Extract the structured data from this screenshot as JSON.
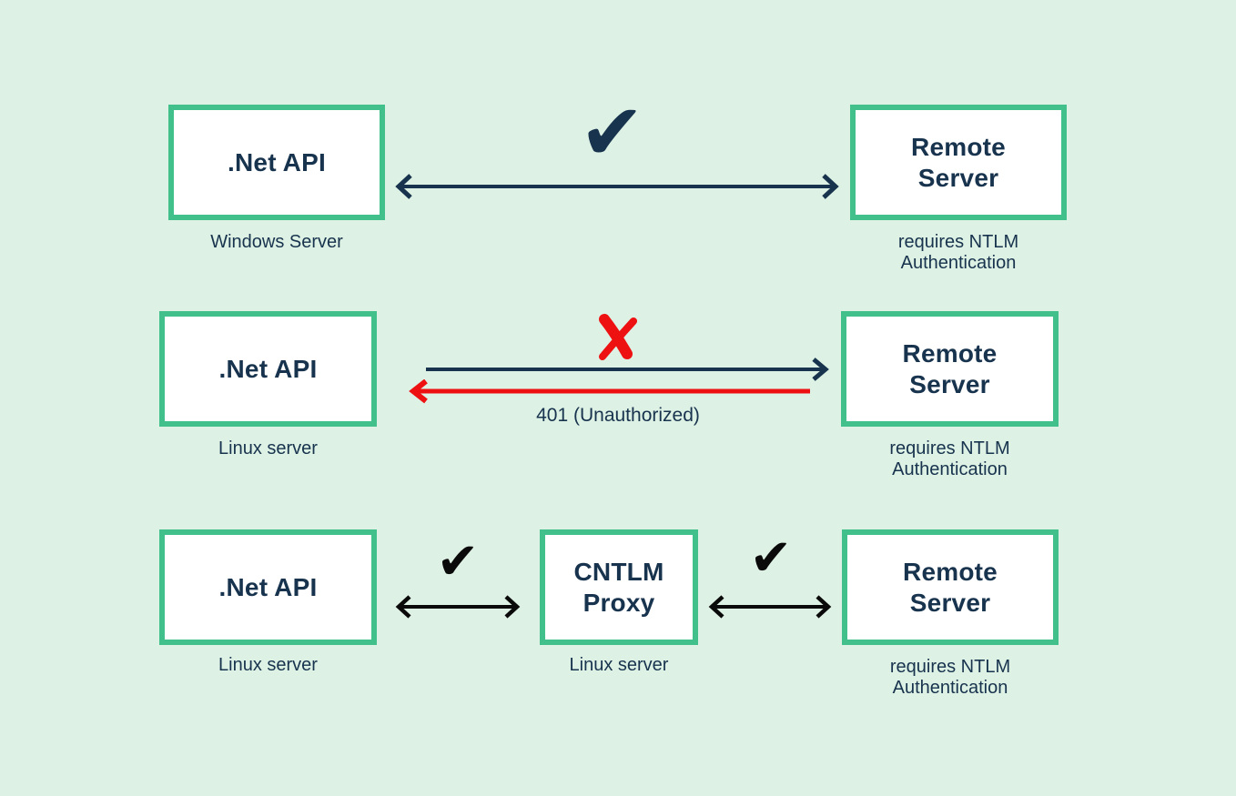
{
  "diagram": {
    "description_colors": {
      "background": "#def1e5",
      "box_border": "#42c08c",
      "box_fill": "#ffffff",
      "navy_text": "#17334d",
      "red_accent": "#ee1111",
      "black_accent": "#0a0a0a"
    },
    "icons": {
      "check": "✔",
      "cross": "✗"
    },
    "rows": [
      {
        "left": {
          "title_lines": [
            ".Net API"
          ],
          "caption_lines": [
            "Windows Server"
          ]
        },
        "right": {
          "title_lines": [
            "Remote",
            "Server"
          ],
          "caption_lines": [
            "requires NTLM",
            "Authentication"
          ]
        },
        "link": {
          "result": "success"
        }
      },
      {
        "left": {
          "title_lines": [
            ".Net API"
          ],
          "caption_lines": [
            "Linux server"
          ]
        },
        "right": {
          "title_lines": [
            "Remote",
            "Server"
          ],
          "caption_lines": [
            "requires NTLM",
            "Authentication"
          ]
        },
        "link": {
          "result": "failure",
          "response_label": "401 (Unauthorized)"
        }
      },
      {
        "left": {
          "title_lines": [
            ".Net API"
          ],
          "caption_lines": [
            "Linux server"
          ]
        },
        "middle": {
          "title_lines": [
            "CNTLM",
            "Proxy"
          ],
          "caption_lines": [
            "Linux server"
          ]
        },
        "right": {
          "title_lines": [
            "Remote",
            "Server"
          ],
          "caption_lines": [
            "requires NTLM",
            "Authentication"
          ]
        },
        "links": [
          {
            "result": "success"
          },
          {
            "result": "success"
          }
        ]
      }
    ]
  }
}
